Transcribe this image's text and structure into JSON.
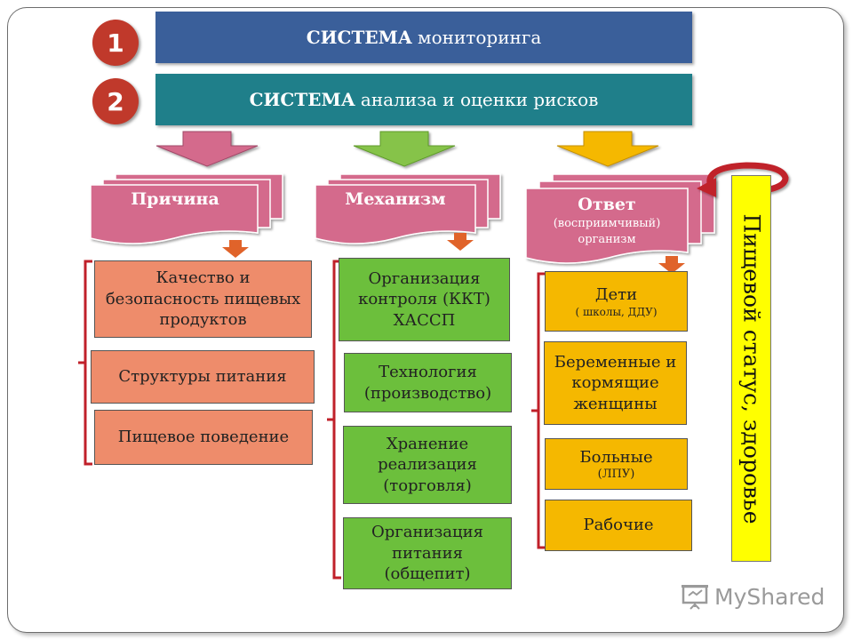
{
  "header": {
    "step1_number": "1",
    "step1_bold": "СИСТЕМА",
    "step1_text": "мониторинга",
    "step2_number": "2",
    "step2_bold": "СИСТЕМА",
    "step2_text": "анализа и оценки рисков"
  },
  "columns": {
    "cause": {
      "title": "Причина",
      "items": [
        "Качество и безопасность пищевых продуктов",
        "Структуры питания",
        "Пищевое поведение"
      ]
    },
    "mechanism": {
      "title": "Механизм",
      "items": [
        "Организация контроля (ККТ) ХАССП",
        "Технология (производство)",
        "Хранение реализация (торговля)",
        "Организация питания (общепит)"
      ]
    },
    "response": {
      "title": "Ответ",
      "subtitle": "(восприимчивый) организм",
      "items": [
        {
          "main": "Дети",
          "sub": "( школы, ДДУ)"
        },
        {
          "main": "Беременные и кормящие женщины",
          "sub": ""
        },
        {
          "main": "Больные",
          "sub": "(ЛПУ)"
        },
        {
          "main": "Рабочие",
          "sub": ""
        }
      ]
    }
  },
  "side_label": "Пищевой статус, здоровье",
  "watermark": "MyShared",
  "colors": {
    "bar1": "#3a5f9a",
    "bar2": "#1f7f8a",
    "sheet": "#d46a8c",
    "orange": "#ee8c6b",
    "green": "#6cbf3c",
    "yellow": "#f5b800",
    "bracket": "#c0202a"
  }
}
